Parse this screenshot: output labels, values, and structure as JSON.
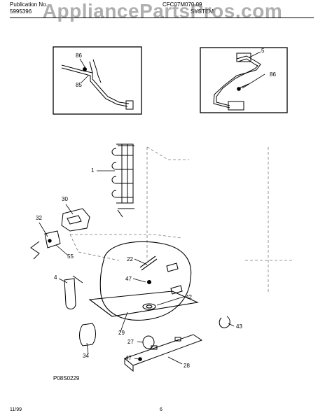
{
  "header": {
    "publication_label": "Publication No.",
    "publication_number": "5995396",
    "model": "CFC07M070.09",
    "section": "SYSTEM"
  },
  "watermark": "AppliancePartsPros.com",
  "callouts": {
    "c1": "1",
    "c4": "4",
    "c5": "5",
    "c22": "22",
    "c27": "27",
    "c28": "28",
    "c29": "29",
    "c30": "30",
    "c32": "32",
    "c34": "34",
    "c42": "42",
    "c43": "43",
    "c47a": "47",
    "c47b": "47",
    "c55": "55",
    "c85": "85",
    "c86a": "86",
    "c86b": "86"
  },
  "diagram_code": "P08S0229",
  "footer": {
    "date": "11/99",
    "page": "6"
  }
}
